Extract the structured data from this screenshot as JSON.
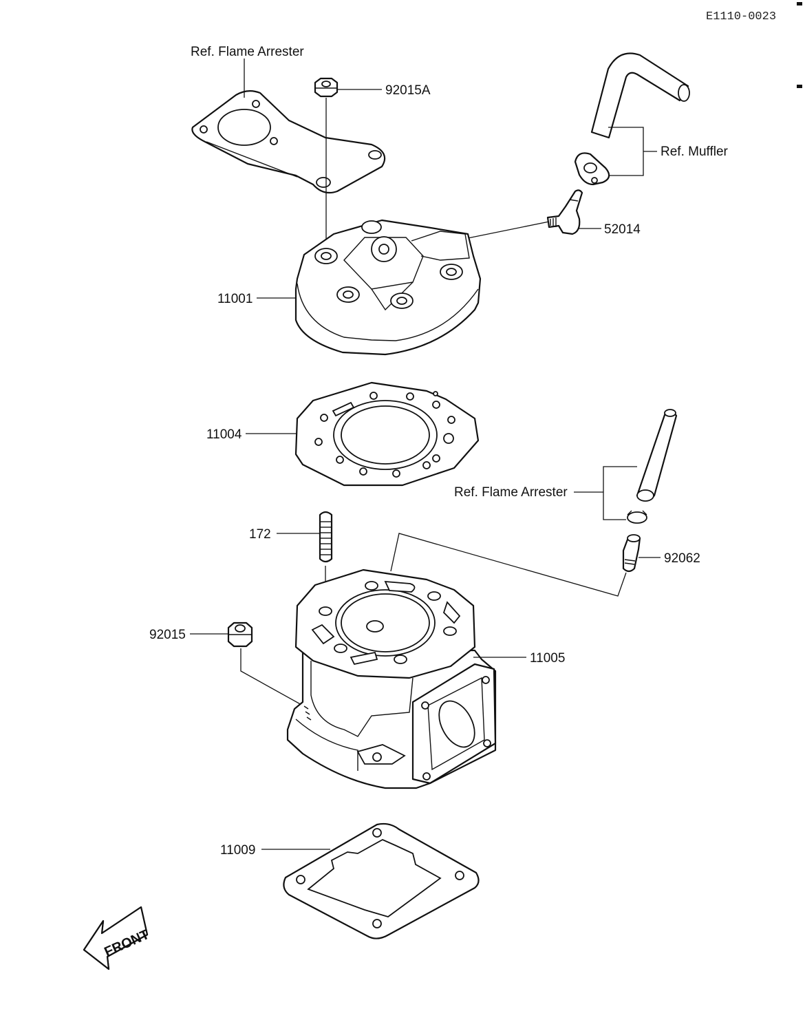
{
  "page_code": "E1110-0023",
  "labels": {
    "ref_flame_arrester_top": "Ref. Flame Arrester",
    "nut_92015A": "92015A",
    "ref_muffler": "Ref. Muffler",
    "fitting_52014": "52014",
    "head_11001": "11001",
    "gasket_11004": "11004",
    "ref_flame_arrester_mid": "Ref. Flame Arrester",
    "stud_172": "172",
    "nipple_92062": "92062",
    "nut_92015": "92015",
    "cylinder_11005": "11005",
    "base_gasket_11009": "11009"
  },
  "front_arrow": "FRONT"
}
